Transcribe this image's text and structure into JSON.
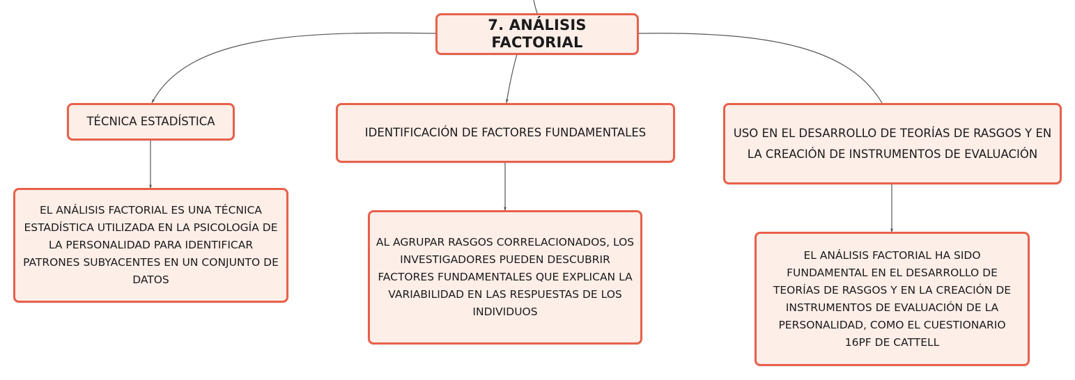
{
  "root": {
    "label": "7. ANÁLISIS FACTORIAL"
  },
  "branches": [
    {
      "label": "TÉCNICA ESTADÍSTICA",
      "detail": "EL ANÁLISIS FACTORIAL ES UNA TÉCNICA ESTADÍSTICA UTILIZADA EN LA PSICOLOGÍA DE LA PERSONALIDAD PARA IDENTIFICAR PATRONES SUBYACENTES EN UN CONJUNTO DE DATOS"
    },
    {
      "label": "IDENTIFICACIÓN DE FACTORES FUNDAMENTALES",
      "detail": "AL AGRUPAR RASGOS CORRELACIONADOS, LOS INVESTIGADORES PUEDEN DESCUBRIR FACTORES FUNDAMENTALES QUE EXPLICAN LA VARIABILIDAD EN LAS RESPUESTAS DE LOS INDIVIDUOS"
    },
    {
      "label": "USO EN EL DESARROLLO DE TEORÍAS DE RASGOS Y EN LA CREACIÓN DE INSTRUMENTOS DE EVALUACIÓN",
      "detail": "EL ANÁLISIS FACTORIAL HA SIDO FUNDAMENTAL EN EL DESARROLLO DE TEORÍAS DE RASGOS Y EN LA CREACIÓN DE INSTRUMENTOS DE EVALUACIÓN DE LA PERSONALIDAD, COMO EL CUESTIONARIO 16PF DE CATTELL"
    }
  ],
  "colors": {
    "node_border": "#e8604a",
    "node_fill": "#fdeee8",
    "connector": "#555555"
  }
}
